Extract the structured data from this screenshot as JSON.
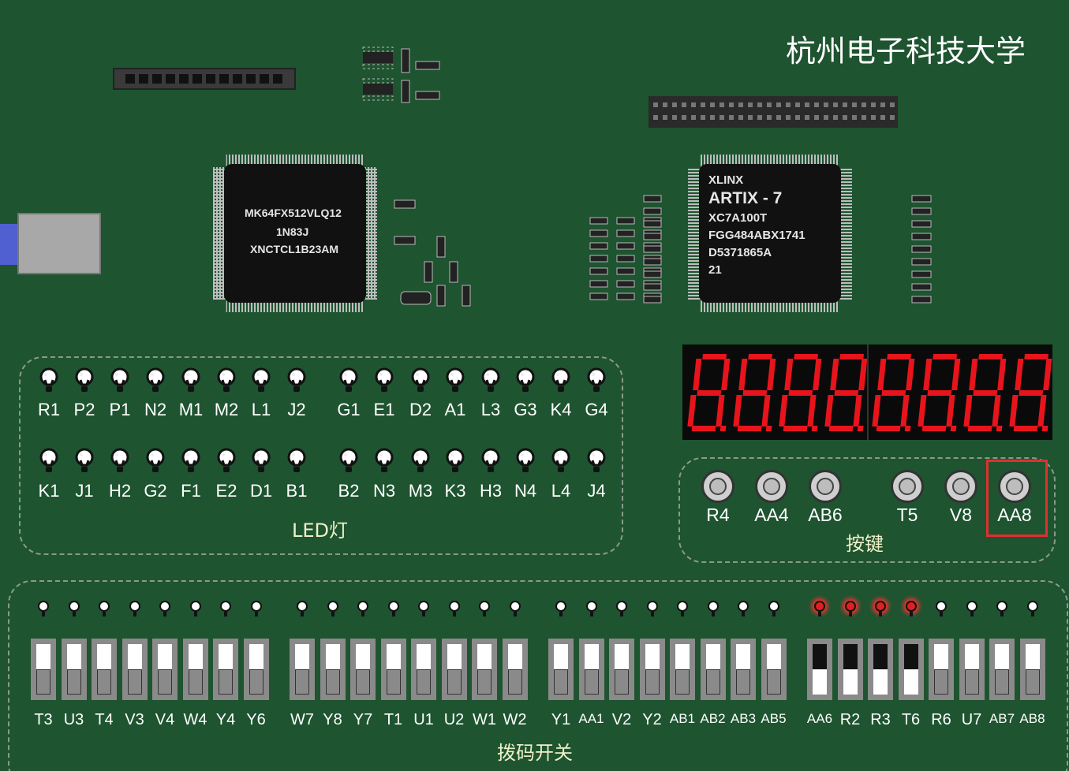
{
  "board": {
    "university": "杭州电子科技大学",
    "mcu": {
      "line1": "MK64FX512VLQ12",
      "line2": "1N83J",
      "line3": "XNCTCL1B23AM"
    },
    "fpga": {
      "line1": "XLINX",
      "line2": "ARTIX - 7",
      "line3": "XC7A100T",
      "line4": "FGG484ABX1741",
      "line5": "D5371865A",
      "line6": "21"
    }
  },
  "leds": {
    "title": "LED灯",
    "row1": [
      "R1",
      "P2",
      "P1",
      "N2",
      "M1",
      "M2",
      "L1",
      "J2",
      "G1",
      "E1",
      "D2",
      "A1",
      "L3",
      "G3",
      "K4",
      "G4"
    ],
    "row2": [
      "K1",
      "J1",
      "H2",
      "G2",
      "F1",
      "E2",
      "D1",
      "B1",
      "B2",
      "N3",
      "M3",
      "K3",
      "H3",
      "N4",
      "L4",
      "J4"
    ]
  },
  "buttons": {
    "title": "按键",
    "labels": [
      "R4",
      "AA4",
      "AB6",
      "T5",
      "V8",
      "AA8"
    ],
    "highlighted": "AA8",
    "highlight_color": "#e03030"
  },
  "seven_segment": {
    "digits": 8,
    "color": "#e8141c"
  },
  "switches": {
    "title": "拨码开关",
    "labels": [
      "T3",
      "U3",
      "T4",
      "V3",
      "V4",
      "W4",
      "Y4",
      "Y6",
      "W7",
      "Y8",
      "Y7",
      "T1",
      "U1",
      "U2",
      "W1",
      "W2",
      "Y1",
      "AA1",
      "V2",
      "Y2",
      "AB1",
      "AB2",
      "AB3",
      "AB5",
      "AA6",
      "R2",
      "R3",
      "T6",
      "R6",
      "U7",
      "AB7",
      "AB8"
    ],
    "on": [
      24,
      25,
      26,
      27
    ]
  }
}
